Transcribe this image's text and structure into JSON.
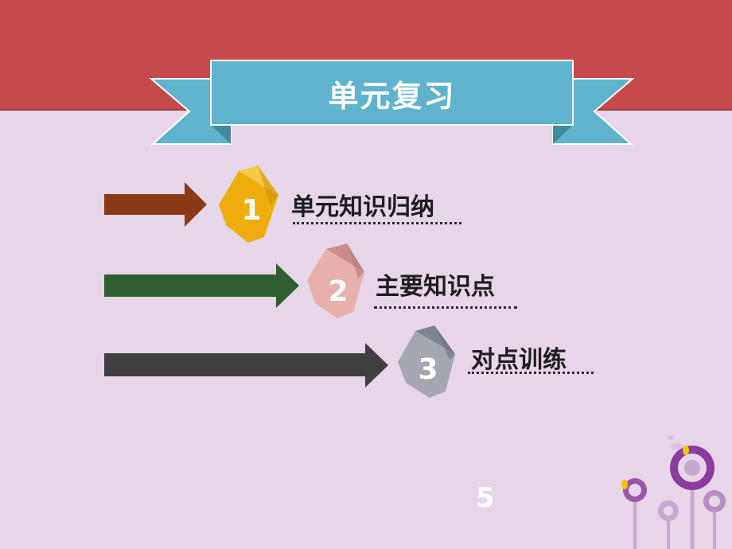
{
  "banner": {
    "title": "单元复习"
  },
  "items": [
    {
      "number": "1",
      "label": "单元知识归纳",
      "arrow_color": "#8a3a16",
      "cube_color": "#efad0d"
    },
    {
      "number": "2",
      "label": "主要知识点",
      "arrow_color": "#2f5e30",
      "cube_color": "#e8b0ab"
    },
    {
      "number": "3",
      "label": "对点训练",
      "arrow_color": "#404040",
      "cube_color": "#a4a7b0"
    }
  ],
  "page_number": "5",
  "colors": {
    "top_band": "#c64a4b",
    "background": "#e6d6e8",
    "banner": "#5fb3cd"
  }
}
